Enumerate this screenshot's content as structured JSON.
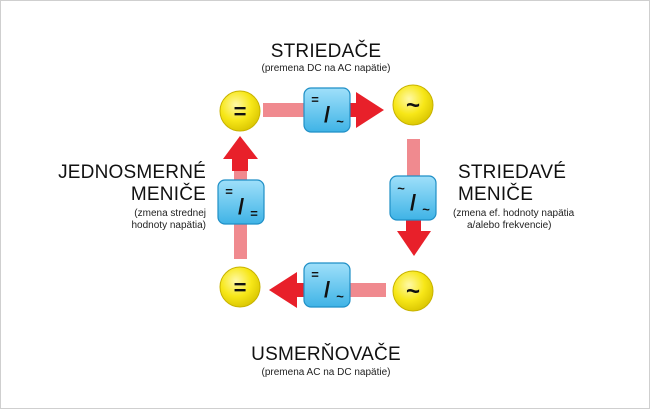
{
  "top": {
    "title": "STRIEDAČE",
    "note": "(premena DC na AC napätie)"
  },
  "left": {
    "title_1": "JEDNOSMERNÉ",
    "title_2": "MENIČE",
    "note_1": "(zmena strednej",
    "note_2": "hodnoty napätia)"
  },
  "right": {
    "title_1": "STRIEDAVÉ",
    "title_2": "MENIČE",
    "note_1": "(zmena ef. hodnoty napätia",
    "note_2": "a/alebo  frekvencie)"
  },
  "bottom": {
    "title": "USMERŇOVAČE",
    "note": "(premena AC na DC napätie)"
  },
  "nodes": {
    "top_left": "=",
    "top_right": "~",
    "bottom_left": "=",
    "bottom_right": "~"
  },
  "converters": {
    "top": {
      "in": "=",
      "slash": "/",
      "out": "~"
    },
    "right": {
      "in": "~",
      "slash": "/",
      "out": "~"
    },
    "bottom": {
      "in": "=",
      "slash": "/",
      "out": "~"
    },
    "left": {
      "in": "=",
      "slash": "/",
      "out": "="
    }
  },
  "colors": {
    "arrow": "#e8202a",
    "arrow_shaft": "#f08a8f",
    "node_fill": "#f7e718",
    "converter_fill": "#5cc6ef",
    "converter_border": "#1f8fc6"
  }
}
